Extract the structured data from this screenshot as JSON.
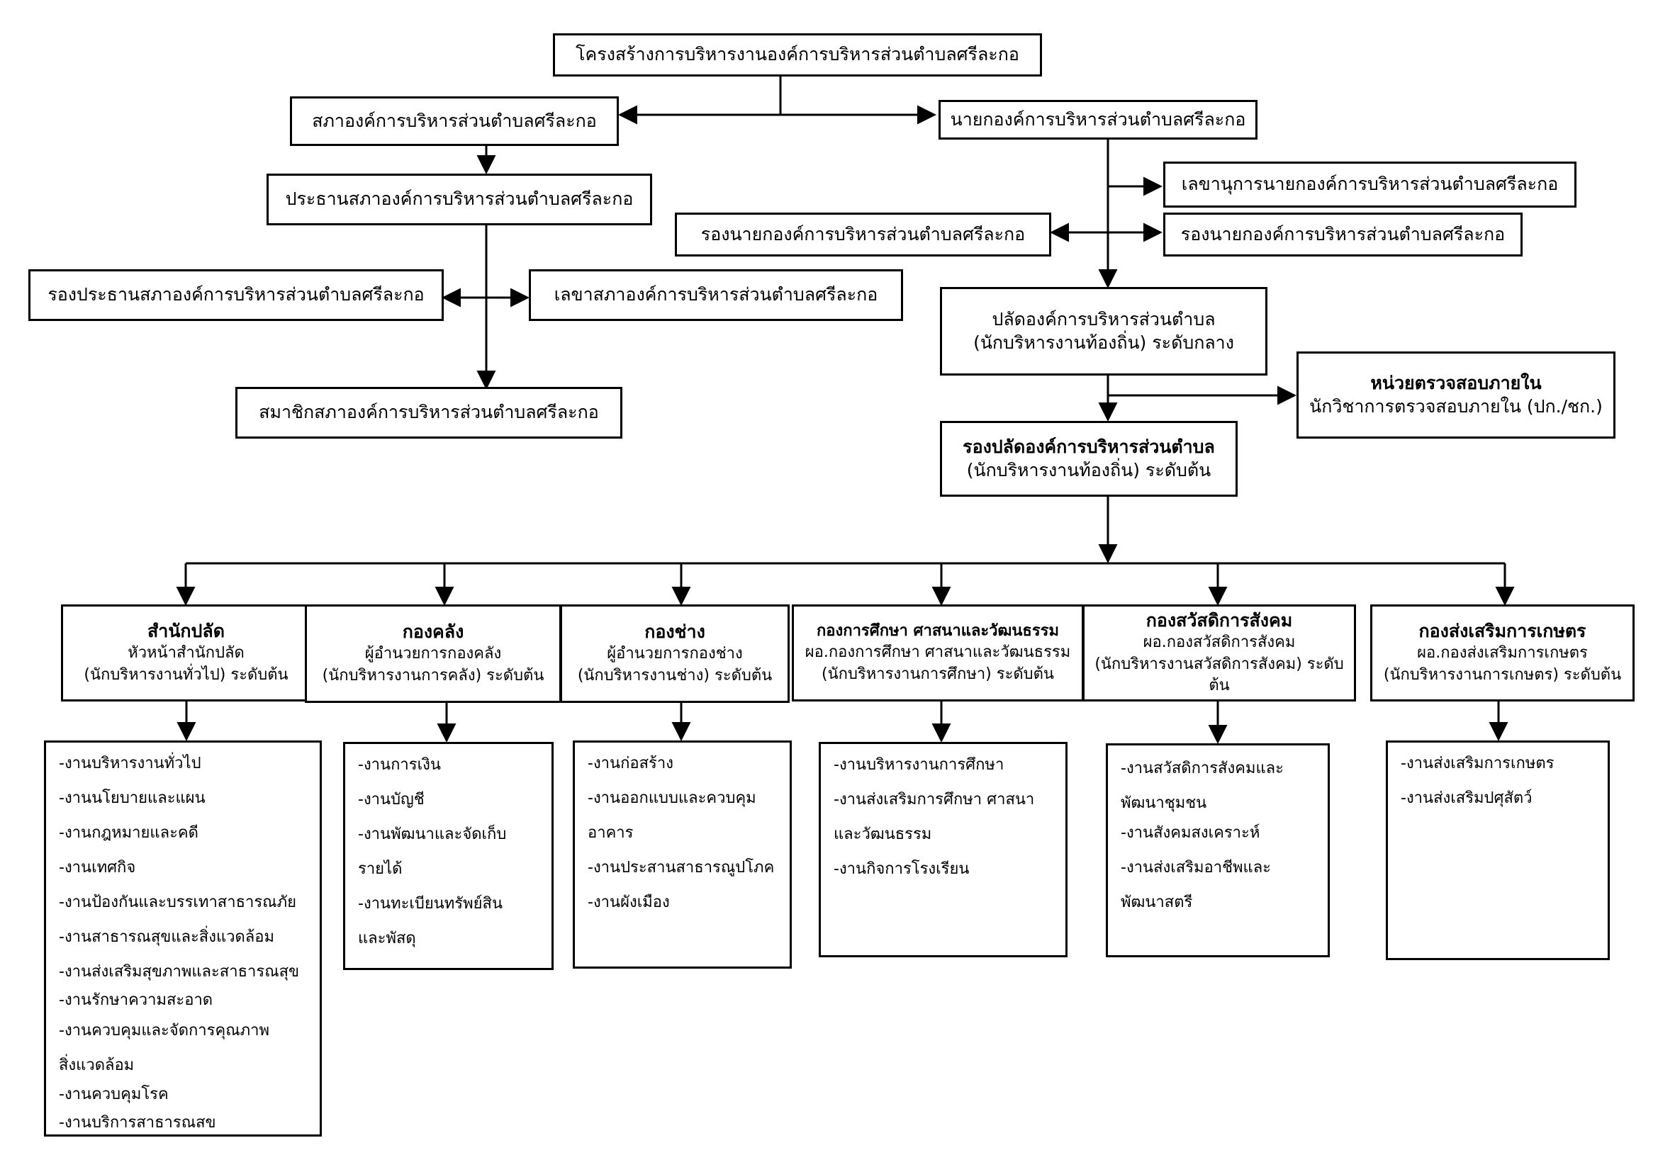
{
  "title": "โครงสร้างการบริหารงานองค์การบริหารส่วนตำบลศรีละกอ",
  "council": {
    "name": "สภาองค์การบริหารส่วนตำบลศรีละกอ",
    "chair": "ประธานสภาองค์การบริหารส่วนตำบลศรีละกอ",
    "vice_chair": "รองประธานสภาองค์การบริหารส่วนตำบลศรีละกอ",
    "secretary": "เลขาสภาองค์การบริหารส่วนตำบลศรีละกอ",
    "members": "สมาชิกสภาองค์การบริหารส่วนตำบลศรีละกอ"
  },
  "executive": {
    "mayor": "นายกองค์การบริหารส่วนตำบลศรีละกอ",
    "mayor_secretary": "เลขานุการนายกองค์การบริหารส่วนตำบลศรีละกอ",
    "deputy_left": "รองนายกองค์การบริหารส่วนตำบลศรีละกอ",
    "deputy_right": "รองนายกองค์การบริหารส่วนตำบลศรีละกอ"
  },
  "administration": {
    "clerk": {
      "title": "ปลัดองค์การบริหารส่วนตำบล",
      "subtitle": "(นักบริหารงานท้องถิ่น) ระดับกลาง"
    },
    "audit": {
      "title": "หน่วยตรวจสอบภายใน",
      "subtitle": "นักวิชาการตรวจสอบภายใน  (ปก./ชก.)"
    },
    "deputy_clerk": {
      "title": "รองปลัดองค์การบริหารส่วนตำบล",
      "subtitle": "(นักบริหารงานท้องถิ่น) ระดับต้น"
    }
  },
  "divisions": [
    {
      "name": "สำนักปลัด",
      "head": "หัวหน้าสำนักปลัด",
      "position": "(นักบริหารงานทั่วไป) ระดับต้น",
      "tasks": [
        "-งานบริหารงานทั่วไป",
        "-งานนโยบายและแผน",
        "-งานกฎหมายและคดี",
        "-งานเทศกิจ",
        "-งานป้องกันและบรรเทาสาธารณภัย",
        "-งานสาธารณสุขและสิ่งแวดล้อม",
        "-งานส่งเสริมสุขภาพและสาธารณสุข",
        "-งานรักษาความสะอาด",
        "-งานควบคุมและจัดการคุณภาพ",
        "  สิ่งแวดล้อม",
        "-งานควบคุมโรค",
        "-งานบริการสาธารณสข"
      ]
    },
    {
      "name": "กองคลัง",
      "head": "ผู้อำนวยการกองคลัง",
      "position": "(นักบริหารงานการคลัง) ระดับต้น",
      "tasks": [
        "-งานการเงิน",
        "-งานบัญชี",
        "-งานพัฒนาและจัดเก็บ",
        "รายได้",
        "-งานทะเบียนทรัพย์สิน",
        "และพัสดุ"
      ]
    },
    {
      "name": "กองช่าง",
      "head": "ผู้อำนวยการกองช่าง",
      "position": "(นักบริหารงานช่าง) ระดับต้น",
      "tasks": [
        "-งานก่อสร้าง",
        "-งานออกแบบและควบคุม",
        "อาคาร",
        "-งานประสานสาธารณูปโภค",
        "-งานผังเมือง"
      ]
    },
    {
      "name": "กองการศึกษา ศาสนาและวัฒนธรรม",
      "head": "ผอ.กองการศึกษา ศาสนาและวัฒนธรรม",
      "position": "(นักบริหารงานการศึกษา) ระดับต้น",
      "tasks": [
        "-งานบริหารงานการศึกษา",
        "-งานส่งเสริมการศึกษา ศาสนา",
        "และวัฒนธรรม",
        "-งานกิจการโรงเรียน"
      ]
    },
    {
      "name": "กองสวัสดิการสังคม",
      "head": "ผอ.กองสวัสดิการสังคม",
      "position": "(นักบริหารงานสวัสดิการสังคม) ระดับต้น",
      "tasks": [
        "-งานสวัสดิการสังคมและ",
        "พัฒนาชุมชน",
        "-งานสังคมสงเคราะห์",
        "-งานส่งเสริมอาชีพและ",
        "พัฒนาสตรี"
      ]
    },
    {
      "name": "กองส่งเสริมการเกษตร",
      "head": "ผอ.กองส่งเสริมการเกษตร",
      "position": "(นักบริหารงานการเกษตร) ระดับต้น",
      "tasks": [
        "-งานส่งเสริมการเกษตร",
        "-งานส่งเสริมปศุสัตว์"
      ]
    }
  ]
}
